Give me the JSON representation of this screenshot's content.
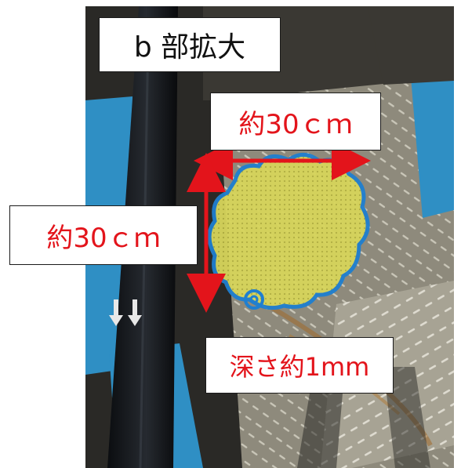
{
  "labels": {
    "title": "b 部拡大",
    "width": "約30ｃｍ",
    "height": "約30ｃｍ",
    "depth": "深さ約1mm"
  },
  "colors": {
    "annotation_red": "#e3141b",
    "outline_blue": "#1f7fd0",
    "fill_yellow": "#d8d65a",
    "pipe_black": "#15181c",
    "frame_blue": "#2f8fc4",
    "plate_grey": "#9a9484"
  },
  "icons": {
    "flow_arrows": "double-down-arrow-icon",
    "spiral_mark": "spiral-icon"
  }
}
